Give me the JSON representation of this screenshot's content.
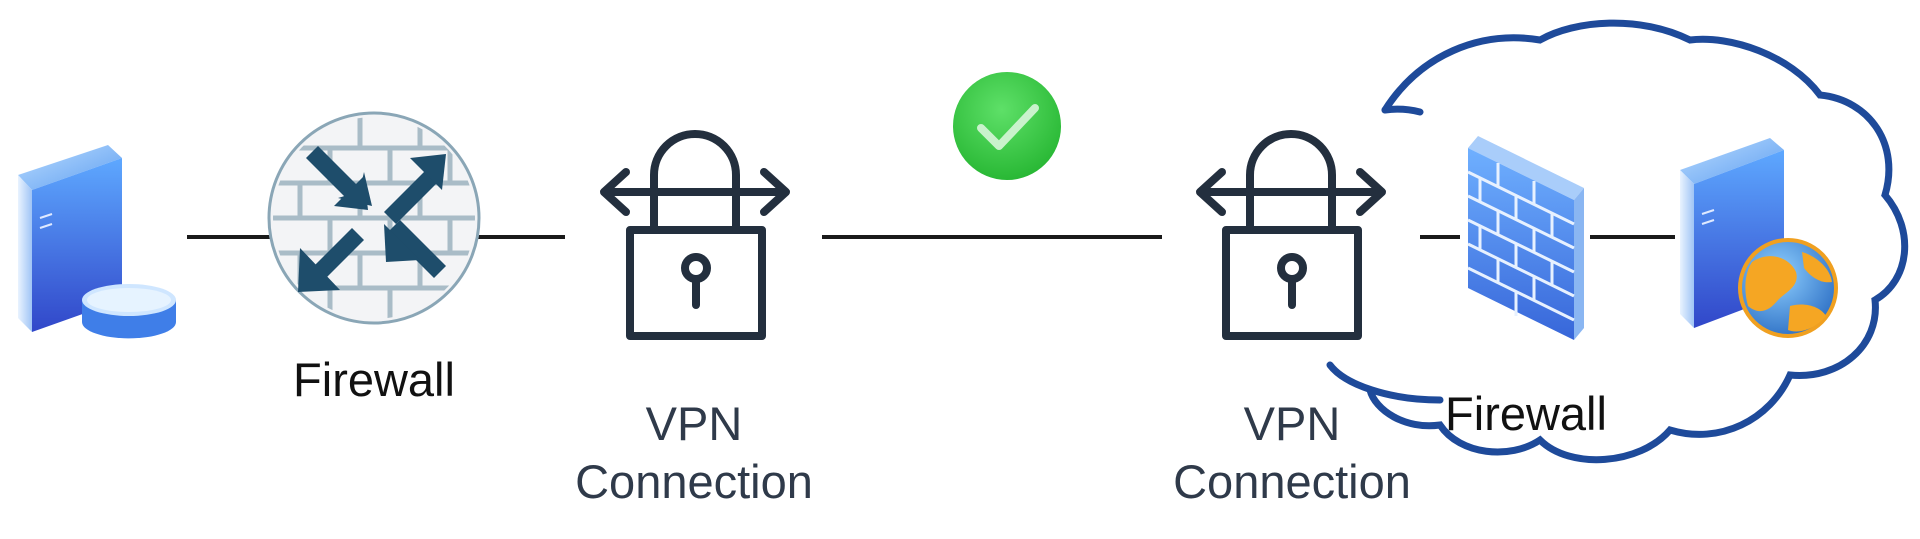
{
  "diagram": {
    "left_firewall_label": "Firewall",
    "left_vpn_label_line1": "VPN",
    "left_vpn_label_line2": "Connection",
    "right_vpn_label_line1": "VPN",
    "right_vpn_label_line2": "Connection",
    "right_firewall_label": "Firewall"
  },
  "colors": {
    "connector": "#1a1a1a",
    "cloud_outline": "#1e4a9a",
    "lock_stroke": "#232f3e",
    "check_green": "#3fce4a",
    "server_blue": "#3a6ee8",
    "firewall_blue": "#4a8ef0",
    "router_gray": "#9fb3bf",
    "arrow_navy": "#1e4d6b"
  },
  "icons": [
    "database-server-icon",
    "router-firewall-icon",
    "vpn-lock-icon",
    "success-check-icon",
    "brick-wall-firewall-icon",
    "web-server-icon",
    "cloud-icon"
  ]
}
